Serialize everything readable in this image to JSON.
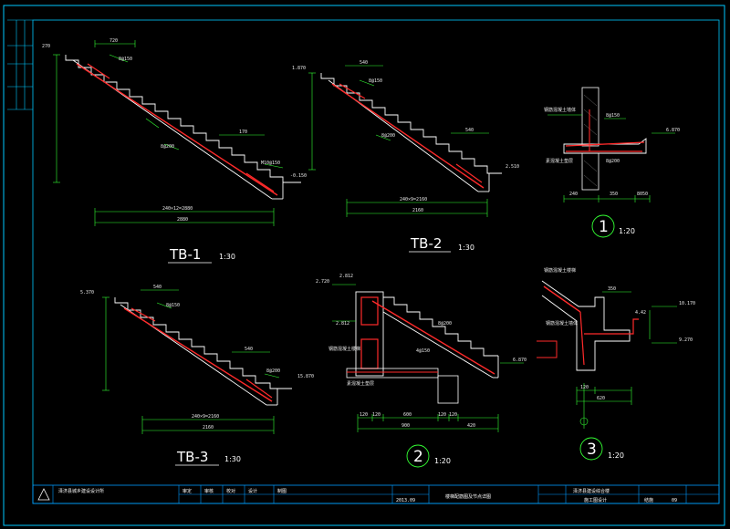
{
  "colors": {
    "background": "#000000",
    "frame": "#ffffff",
    "stair": "#ffffff",
    "rebar": "#ff2a2a",
    "dimension": "#33ff33",
    "border": "#00c8ff",
    "text": "#e8e8e8",
    "title_block": "#0099ff"
  },
  "details": {
    "tb1": {
      "title": "TB-1",
      "scale": "1:30",
      "dims": [
        "270",
        "720",
        "240×12=2880",
        "2880",
        "8@150",
        "8@200",
        "170",
        "-0.150",
        "M10@150"
      ]
    },
    "tb2": {
      "title": "TB-2",
      "scale": "1:30",
      "dims": [
        "1.870",
        "540",
        "540",
        "2.510",
        "240×9=2160",
        "2160",
        "8@150",
        "8@200"
      ]
    },
    "tb3": {
      "title": "TB-3",
      "scale": "1:30",
      "dims": [
        "5.370",
        "540",
        "540",
        "15.870",
        "240×9=2160",
        "2160",
        "8@150",
        "8@200"
      ]
    },
    "detail1": {
      "number": "1",
      "scale": "1:20",
      "dims": [
        "240",
        "350",
        "80",
        "50",
        "6.870",
        "8@150",
        "8@200",
        "钢筋混凝土墙体",
        "素混凝土垫层"
      ]
    },
    "detail2": {
      "number": "2",
      "scale": "1:20",
      "dims": [
        "2.720",
        "2.812",
        "2.812",
        "6.870",
        "120",
        "120",
        "600",
        "120",
        "120",
        "900",
        "420",
        "8@200",
        "4@150",
        "钢筋混凝土楼梯",
        "素混凝土垫层"
      ]
    },
    "detail3": {
      "number": "3",
      "scale": "1:20",
      "dims": [
        "350",
        "120",
        "620",
        "10.170",
        "9.270",
        "4.42",
        "钢筋混凝土楼梯",
        "钢筋混凝土墙体"
      ]
    }
  },
  "title_block": {
    "company": "泽济县城乡建设设计所",
    "drawing_name": "楼梯配筋图及节点详图",
    "date": "2013.09",
    "project": "泽济县建设综合楼",
    "stage": "施工图设计",
    "sheet": "结施",
    "sheet_no": "09",
    "fields": [
      "审定",
      "审核",
      "校对",
      "设计",
      "制图"
    ]
  }
}
